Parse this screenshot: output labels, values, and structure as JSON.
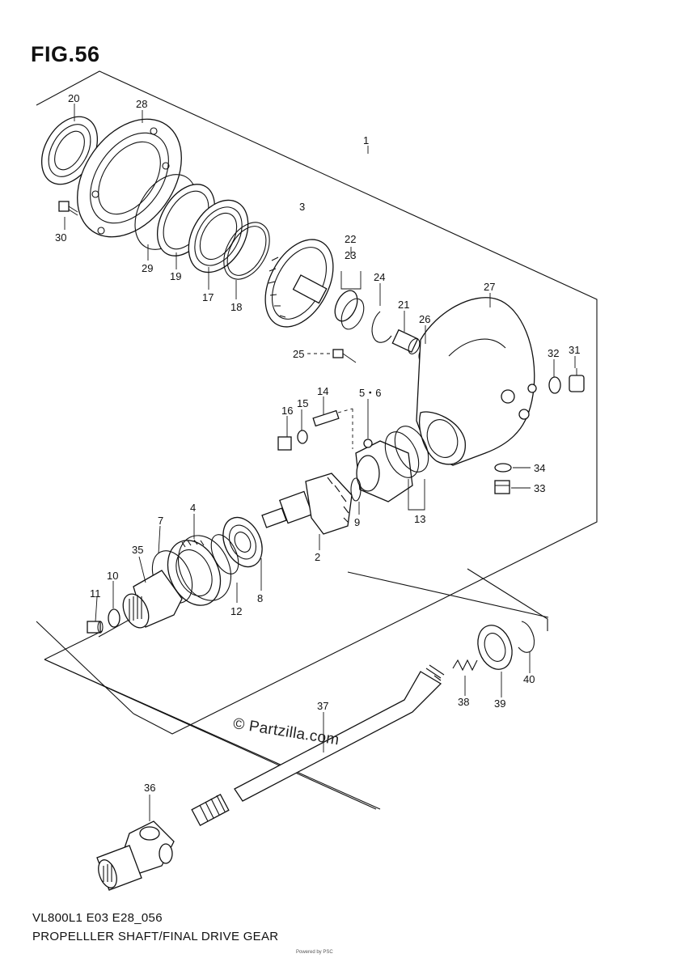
{
  "figure": {
    "title": "FIG.56",
    "footer_line1": "VL800L1 E03 E28_056",
    "footer_line2": "PROPELLLER SHAFT/FINAL DRIVE GEAR",
    "tiny_print": "Powered by PSC",
    "watermark": "© Partzilla.com"
  },
  "callouts": {
    "c1": "1",
    "c2": "2",
    "c3": "3",
    "c4": "4",
    "c56": "5・6",
    "c7": "7",
    "c8": "8",
    "c9": "9",
    "c10": "10",
    "c11": "11",
    "c12": "12",
    "c13": "13",
    "c14": "14",
    "c15": "15",
    "c16": "16",
    "c17": "17",
    "c18": "18",
    "c19": "19",
    "c20": "20",
    "c21": "21",
    "c22": "22",
    "c23": "23",
    "c24": "24",
    "c25": "25",
    "c26": "26",
    "c27": "27",
    "c28": "28",
    "c29": "29",
    "c30": "30",
    "c31": "31",
    "c32": "32",
    "c33": "33",
    "c34": "34",
    "c35": "35",
    "c36": "36",
    "c37": "37",
    "c38": "38",
    "c39": "39",
    "c40": "40"
  }
}
